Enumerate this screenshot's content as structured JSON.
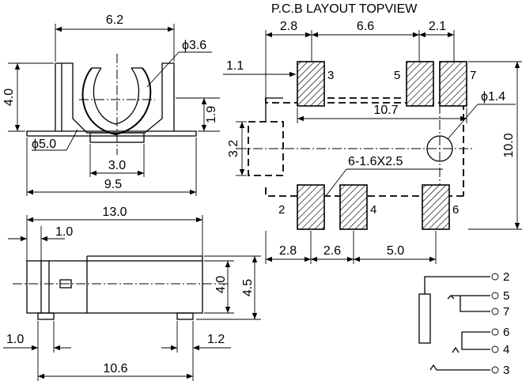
{
  "front_view": {
    "top_width": "6.2",
    "opening_dia": "ϕ3.6",
    "height": "4.0",
    "flange_height": "1.9",
    "body_dia": "ϕ5.0",
    "boss_width": "3.0",
    "base_width": "9.5"
  },
  "side_view": {
    "total_length": "13.0",
    "front_offset": "1.0",
    "body_height": "4.0",
    "total_height": "4.5",
    "left_tab": "1.0",
    "right_tab": "1.2",
    "tab_span": "10.6"
  },
  "pcb_layout": {
    "title": "P.C.B LAYOUT TOPVIEW",
    "top_dims": [
      "2.8",
      "6.6",
      "2.1"
    ],
    "pad_offset": "1.1",
    "span": "10.7",
    "hole_dia": "ϕ1.4",
    "side_offset": "3.2",
    "total_height": "10.0",
    "pad_spec": "6-1.6X2.5",
    "bottom_dims": [
      "2.8",
      "2.6",
      "5.0"
    ],
    "pad_labels": [
      "3",
      "5",
      "7",
      "2",
      "4",
      "6"
    ]
  },
  "schematic": {
    "pins": [
      "2",
      "5",
      "7",
      "6",
      "4",
      "3"
    ]
  }
}
